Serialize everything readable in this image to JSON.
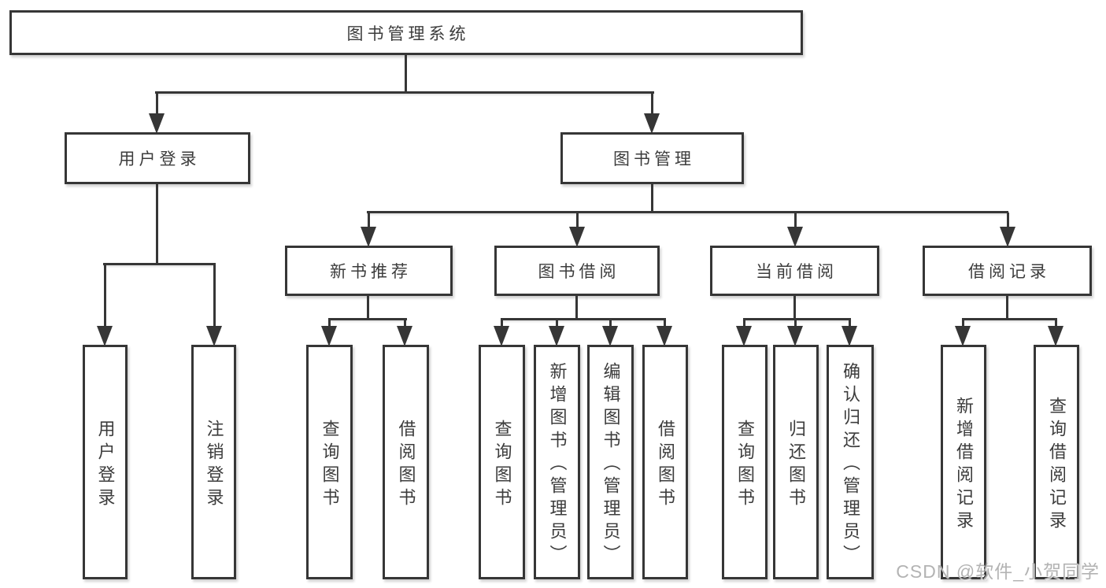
{
  "tree": {
    "root": {
      "label": "图书管理系统"
    },
    "branches": [
      {
        "label": "用户登录",
        "children": [
          {
            "label": "用户登录"
          },
          {
            "label": "注销登录"
          }
        ]
      },
      {
        "label": "图书管理",
        "children": [
          {
            "label": "新书推荐",
            "children": [
              {
                "label": "查询图书"
              },
              {
                "label": "借阅图书"
              }
            ]
          },
          {
            "label": "图书借阅",
            "children": [
              {
                "label": "查询图书"
              },
              {
                "label": "新增图书（管理员）"
              },
              {
                "label": "编辑图书（管理员）"
              },
              {
                "label": "借阅图书"
              }
            ]
          },
          {
            "label": "当前借阅",
            "children": [
              {
                "label": "查询图书"
              },
              {
                "label": "归还图书"
              },
              {
                "label": "确认归还（管理员）"
              }
            ]
          },
          {
            "label": "借阅记录",
            "children": [
              {
                "label": "新增借阅记录"
              },
              {
                "label": "查询借阅记录"
              }
            ]
          }
        ]
      }
    ]
  },
  "watermark": {
    "text": "CSDN @软件_小贺同学"
  },
  "colors": {
    "line": "#363636",
    "text": "#3c3c3c",
    "background": "#ffffff",
    "watermark": "#b3b3b3"
  }
}
